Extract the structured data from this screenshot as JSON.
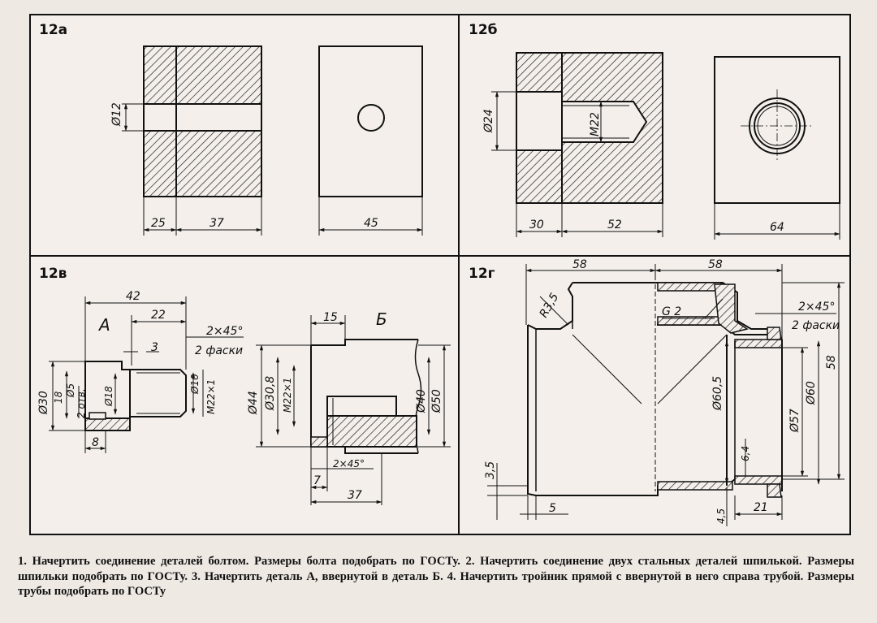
{
  "panels": {
    "a": {
      "label": "12а",
      "dims": {
        "d12": "Ø12",
        "w25": "25",
        "w37": "37",
        "w45": "45"
      }
    },
    "b": {
      "label": "12б",
      "dims": {
        "d24": "Ø24",
        "m22": "M22",
        "w30": "30",
        "w52": "52",
        "w64": "64"
      }
    },
    "v": {
      "label": "12в",
      "partA": "А",
      "partB": "Б",
      "dims": {
        "w42": "42",
        "w22": "22",
        "w3": "3",
        "chamfer": "2×45°",
        "faski": "2 фаски",
        "d30": "Ø30",
        "d18": "18",
        "d5": "Ø5",
        "d2": "2 отв.",
        "d18b": "Ø18",
        "d10": "Ø10",
        "m22x1": "M22×1",
        "w8": "8",
        "w15": "15",
        "d44": "Ø44",
        "d30_8": "Ø30,8",
        "m22x1b": "M22×1",
        "d40": "Ø40",
        "d50": "Ø50",
        "chamfer2": "2×45°",
        "w7": "7",
        "w37": "37"
      }
    },
    "g": {
      "label": "12г",
      "dims": {
        "w58a": "58",
        "w58b": "58",
        "r35": "R3,5",
        "g2": "G 2",
        "chamfer": "2×45°",
        "faski": "2 фаски",
        "h58": "58",
        "d60_5": "Ø60,5",
        "d57": "Ø57",
        "d60": "Ø60",
        "h6_4": "6,4",
        "h3_5": "3,5",
        "w5": "5",
        "h4_5": "4,5",
        "w21": "21"
      }
    }
  },
  "caption": "1. Начертить соединение деталей болтом. Размеры болта подобрать по ГОСТу. 2. Начертить соединение двух стальных деталей шпилькой. Размеры шпильки подобрать по ГОСТу. 3. Начертить деталь А, ввернутой в деталь Б. 4. Начертить тройник прямой с ввернутой в него справа трубой. Размеры трубы подобрать по ГОСТу"
}
